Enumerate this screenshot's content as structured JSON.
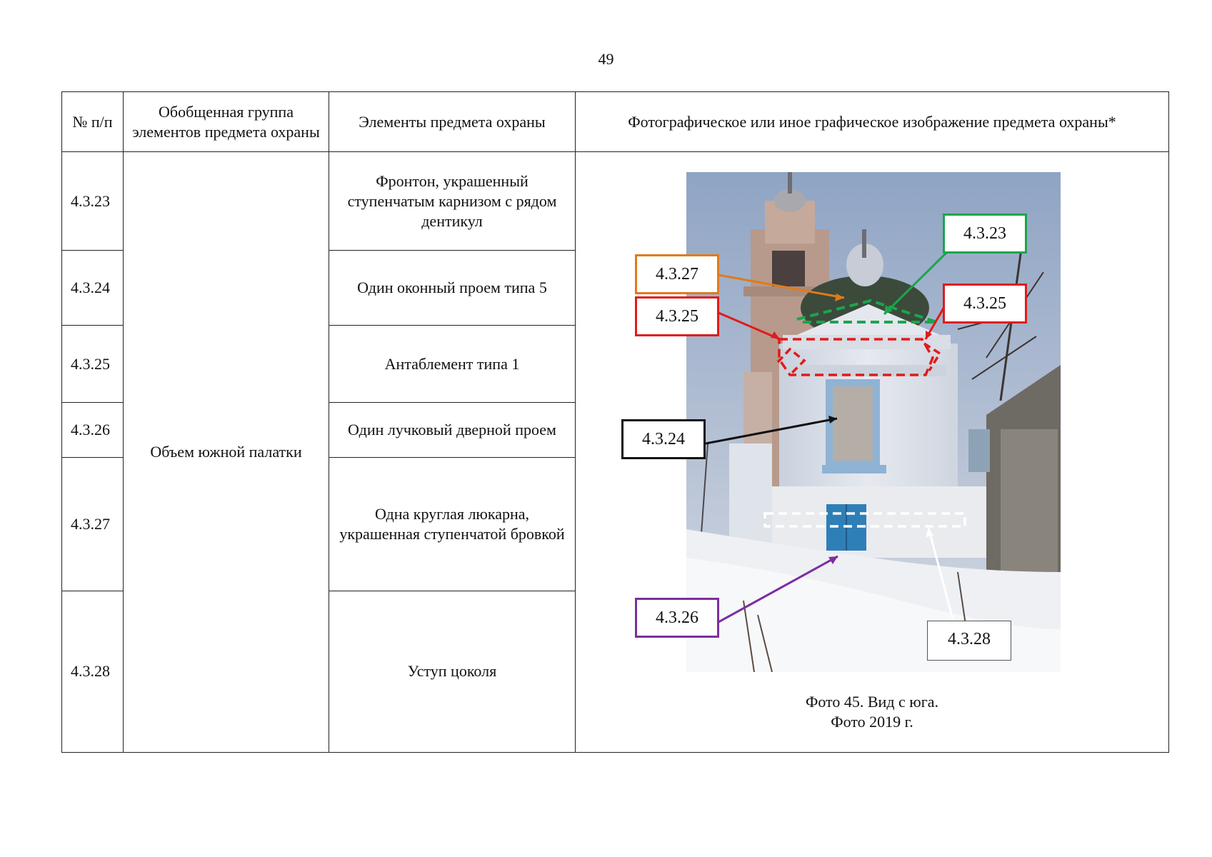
{
  "page_number": "49",
  "headers": {
    "num": "№ п/п",
    "group": "Обобщенная группа элементов предмета охраны",
    "elements": "Элементы предмета охраны",
    "image": "Фотографическое или иное графическое изображение предмета охраны*"
  },
  "group_name": "Объем южной палатки",
  "rows": [
    {
      "num": "4.3.23",
      "element": "Фронтон, украшенный ступенчатым карнизом с рядом дентикул"
    },
    {
      "num": "4.3.24",
      "element": "Один оконный проем типа 5"
    },
    {
      "num": "4.3.25",
      "element": "Антаблемент типа 1"
    },
    {
      "num": "4.3.26",
      "element": "Один лучковый дверной проем"
    },
    {
      "num": "4.3.27",
      "element": "Одна круглая люкарна, украшенная ступенчатой бровкой"
    },
    {
      "num": "4.3.28",
      "element": "Уступ цоколя"
    }
  ],
  "photo_labels": {
    "l_4323": "4.3.23",
    "l_4327": "4.3.27",
    "l_4325a": "4.3.25",
    "l_4325b": "4.3.25",
    "l_4324": "4.3.24",
    "l_4326": "4.3.26",
    "l_4328": "4.3.28"
  },
  "colors": {
    "green": "#1aa64a",
    "orange": "#e07b1a",
    "red": "#e01b1b",
    "black": "#111111",
    "purple": "#7b2fa0",
    "white": "#ffffff"
  },
  "caption": {
    "line1": "Фото 45. Вид с юга.",
    "line2": "Фото 2019 г."
  }
}
